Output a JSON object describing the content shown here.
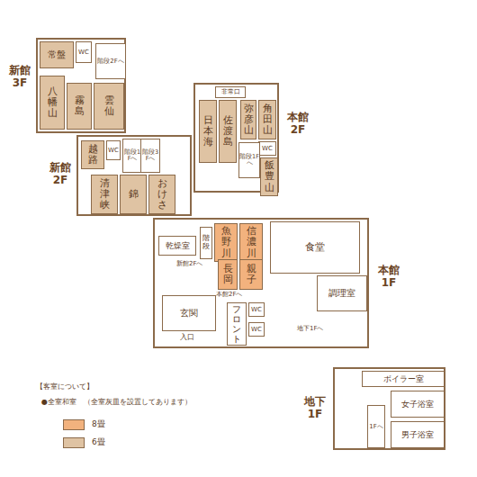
{
  "diagram": {
    "nodes": [
      {
        "text": [
          "新館 3F"
        ]
      },
      {
        "text": [
          "常盤"
        ],
        "in": 0
      },
      {
        "text": [
          "WC"
        ],
        "in": 0
      },
      {
        "text": [
          "階段2Fへ"
        ],
        "in": 0
      },
      {
        "text": [
          "八幡山"
        ],
        "in": 0
      },
      {
        "text": [
          "霧島"
        ],
        "in": 0
      },
      {
        "text": [
          "雲仙"
        ],
        "in": 0
      },
      {
        "text": [
          "本館 2F"
        ]
      },
      {
        "text": [
          "非常口"
        ],
        "in": 7
      },
      {
        "text": [
          "日本海"
        ],
        "in": 7
      },
      {
        "text": [
          "佐渡島"
        ],
        "in": 7
      },
      {
        "text": [
          "弥彦山"
        ],
        "in": 7
      },
      {
        "text": [
          "角田山"
        ],
        "in": 7
      },
      {
        "text": [
          "WC"
        ],
        "in": 7
      },
      {
        "text": [
          "階段1Fへ"
        ],
        "in": 7
      },
      {
        "text": [
          "飯豊山"
        ],
        "in": 7
      },
      {
        "text": [
          "新館 2F"
        ]
      },
      {
        "text": [
          "越路"
        ],
        "in": 16
      },
      {
        "text": [
          "WC"
        ],
        "in": 16
      },
      {
        "text": [
          "階段1Fへ"
        ],
        "in": 16
      },
      {
        "text": [
          "階段3Fへ"
        ],
        "in": 16
      },
      {
        "text": [
          "清津峡"
        ],
        "in": 16
      },
      {
        "text": [
          "錦"
        ],
        "in": 16
      },
      {
        "text": [
          "おけさ"
        ],
        "in": 16
      },
      {
        "text": [
          "本館 1F"
        ]
      },
      {
        "text": [
          "乾燥室"
        ],
        "in": 24
      },
      {
        "text": [
          "階段"
        ],
        "in": 24
      },
      {
        "text": [
          "魚野川"
        ],
        "in": 24
      },
      {
        "text": [
          "信濃川"
        ],
        "in": 24
      },
      {
        "text": [
          "長岡"
        ],
        "in": 24
      },
      {
        "text": [
          "親子"
        ],
        "in": 24
      },
      {
        "text": [
          "食堂"
        ],
        "in": 24
      },
      {
        "text": [
          "調理室"
        ],
        "in": 24
      },
      {
        "text": [
          "玄関"
        ],
        "in": 24
      },
      {
        "text": [
          "フロント"
        ],
        "in": 24
      },
      {
        "text": [
          "WC"
        ],
        "in": 24
      },
      {
        "text": [
          "WC"
        ],
        "in": 24
      },
      {
        "text": [
          "地下 1F"
        ]
      },
      {
        "text": [
          "ボイラー室"
        ],
        "in": 37
      },
      {
        "text": [
          "女子浴室"
        ],
        "in": 37
      },
      {
        "text": [
          "男子浴室"
        ],
        "in": 37
      },
      {
        "text": [
          "1Fへ"
        ],
        "in": 37
      }
    ],
    "labels": [
      "新館2Fへ",
      "本館2Fへ",
      "入口",
      "地下1Fへ",
      "【客室について】",
      "●全室和室　（全室灰皿を設置してあります）"
    ],
    "legend": [
      {
        "text": "8畳",
        "color": "#f2b27e"
      },
      {
        "text": "6畳",
        "color": "#dfc3a3"
      }
    ]
  }
}
